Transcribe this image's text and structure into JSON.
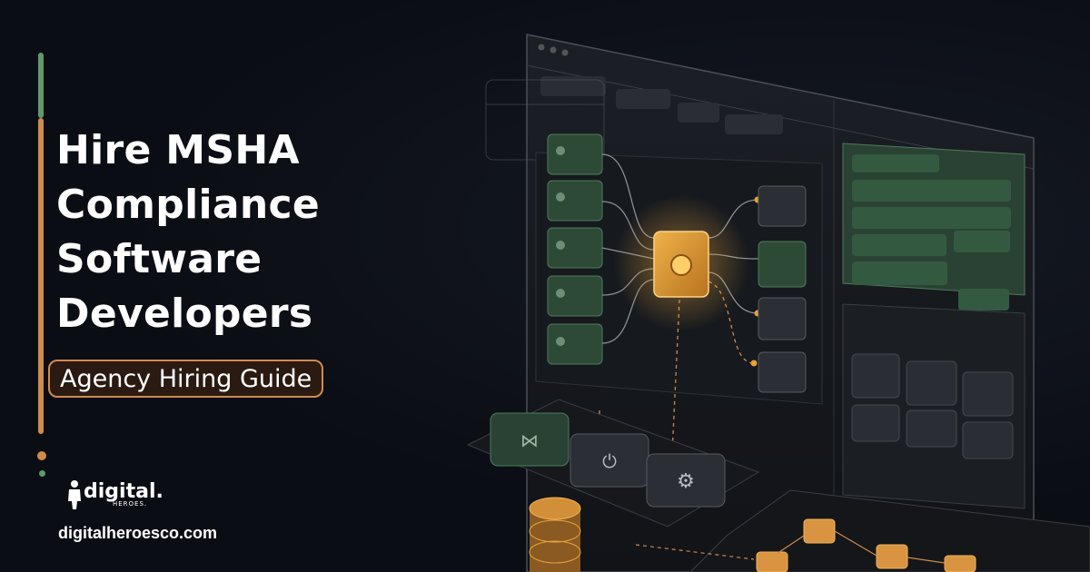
{
  "hero": {
    "title_lines": [
      "Hire MSHA",
      "Compliance",
      "Software",
      "Developers"
    ],
    "subtitle": "Agency Hiring Guide"
  },
  "brand": {
    "logo_word": "digital.",
    "logo_sub": "HEROES.",
    "url": "digitalheroesco.com",
    "icon": "superhero-figure-icon"
  },
  "colors": {
    "background": "#0b0d14",
    "accent_orange": "#d08a4e",
    "accent_green": "#5f9a6a",
    "glow_gold": "#e6a33a"
  }
}
